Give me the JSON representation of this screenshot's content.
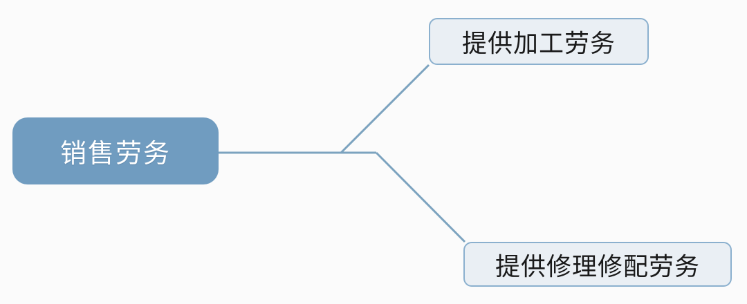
{
  "diagram": {
    "type": "mind-map",
    "background_color": "#fbfbfb",
    "root": {
      "label": "销售劳务",
      "fill_color": "#709cc0",
      "text_color": "#ffffff"
    },
    "children": [
      {
        "label": "提供加工劳务",
        "fill_color": "#eaeff4",
        "border_color": "#8bb0ce",
        "text_color": "#1a1a1a"
      },
      {
        "label": "提供修理修配劳务",
        "fill_color": "#eaeff4",
        "border_color": "#8bb0ce",
        "text_color": "#1a1a1a"
      }
    ],
    "connector": {
      "color": "#7ca3bf",
      "width": 3
    }
  }
}
